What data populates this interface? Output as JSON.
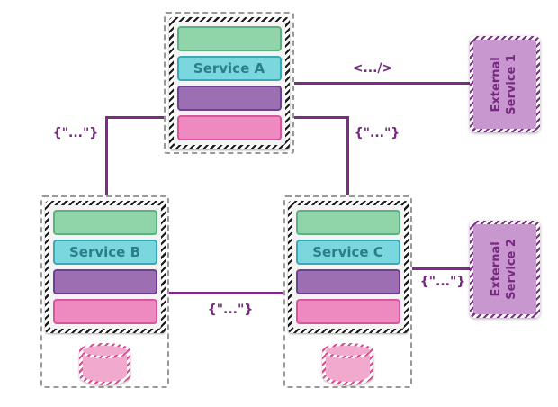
{
  "services": [
    {
      "name": "Service A",
      "layers": [
        "green",
        "cyan",
        "purple",
        "pink"
      ],
      "has_database": false
    },
    {
      "name": "Service B",
      "layers": [
        "green",
        "cyan",
        "purple",
        "pink"
      ],
      "has_database": true
    },
    {
      "name": "Service C",
      "layers": [
        "green",
        "cyan",
        "purple",
        "pink"
      ],
      "has_database": true
    }
  ],
  "externals": [
    {
      "line1": "External",
      "line2": "Service 1"
    },
    {
      "line1": "External",
      "line2": "Service 2"
    }
  ],
  "connections": [
    {
      "from": "Service A",
      "to": "External Service 1",
      "label": "<.../>"
    },
    {
      "from": "Service A",
      "to": "Service B",
      "label": "{\"...\"}"
    },
    {
      "from": "Service A",
      "to": "Service C",
      "label": "{\"...\"}"
    },
    {
      "from": "Service B",
      "to": "Service C",
      "label": "{\"...\"}"
    },
    {
      "from": "Service C",
      "to": "External Service 2",
      "label": "{\"...\"}"
    }
  ],
  "colors": {
    "connection_line": "#7d2c85",
    "label_text": "#76297f",
    "green_fill": "#90d5a9",
    "green_border": "#5cb183",
    "cyan_fill": "#7bd7de",
    "cyan_border": "#38a9b8",
    "service_name_text": "#2a7e8c",
    "purple_fill": "#9c6fb2",
    "purple_border": "#6d4191",
    "pink_fill": "#ef8ac1",
    "pink_border": "#d9559e",
    "external_fill": "#c897cf",
    "database_fill": "#f2a9ce",
    "database_hatch": "#d4508f",
    "group_outline": "#999999"
  }
}
